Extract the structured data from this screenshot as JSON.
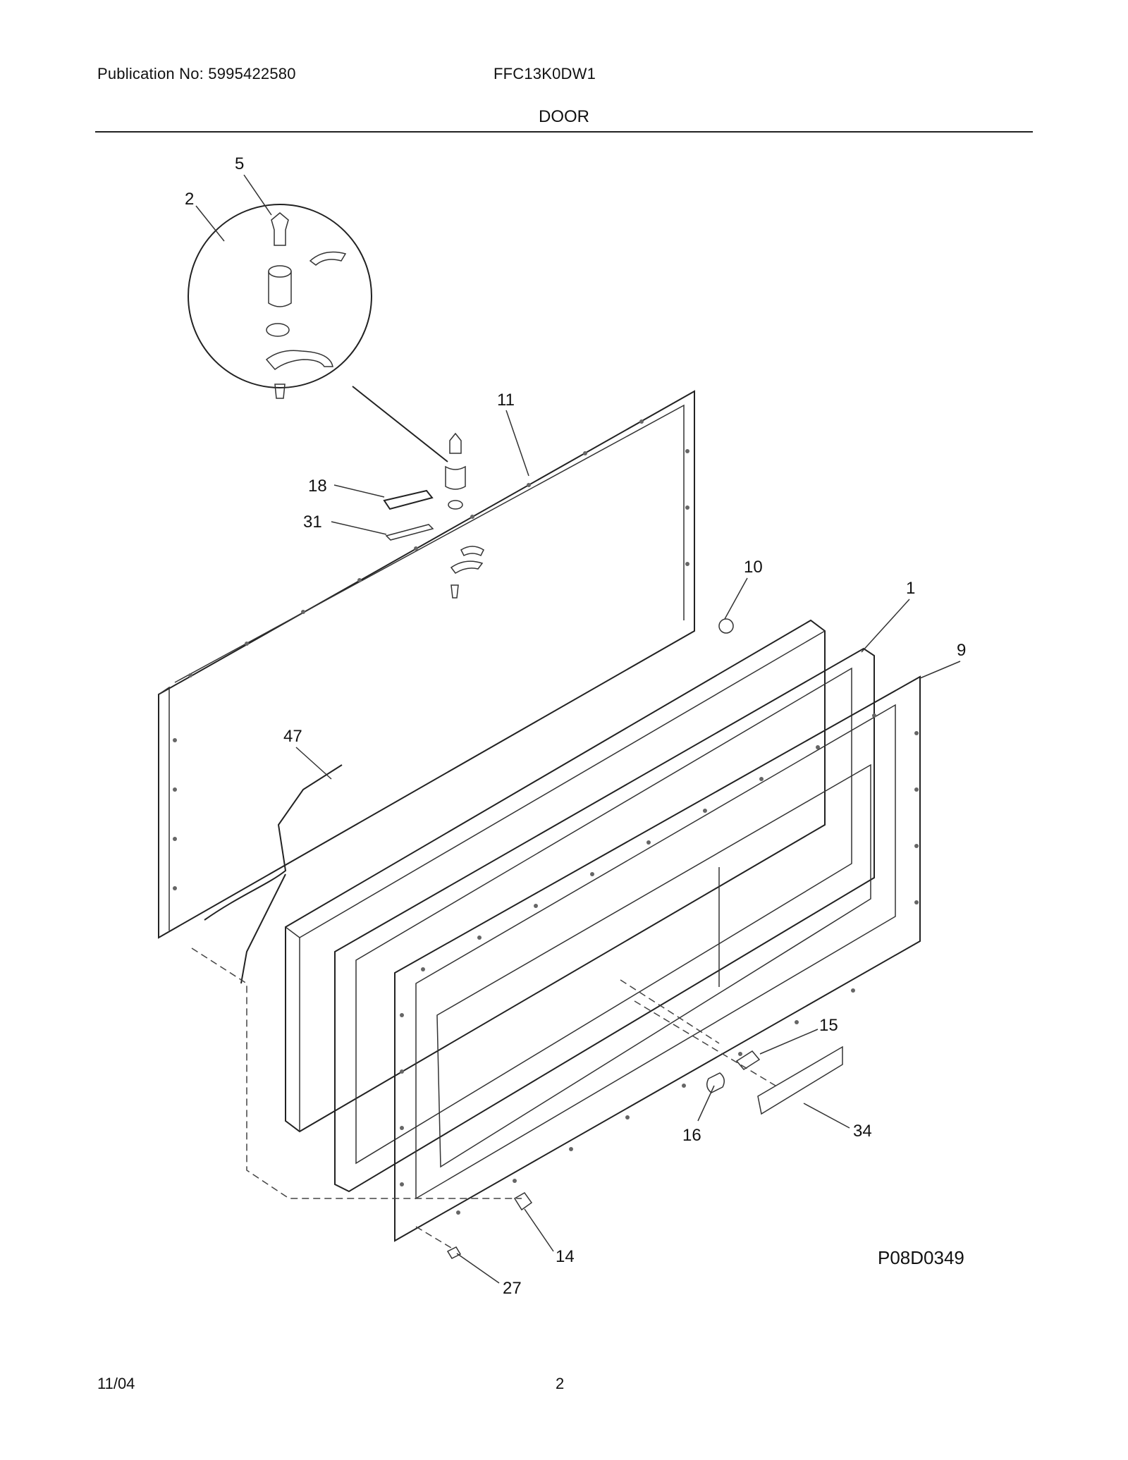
{
  "header": {
    "publication": "Publication No: 5995422580",
    "model": "FFC13K0DW1",
    "section": "DOOR"
  },
  "diagram": {
    "figure_id": "P08D0349",
    "callouts": [
      "5",
      "2",
      "11",
      "18",
      "31",
      "10",
      "1",
      "9",
      "47",
      "15",
      "16",
      "34",
      "14",
      "27"
    ]
  },
  "footer": {
    "date": "11/04",
    "page": "2"
  }
}
